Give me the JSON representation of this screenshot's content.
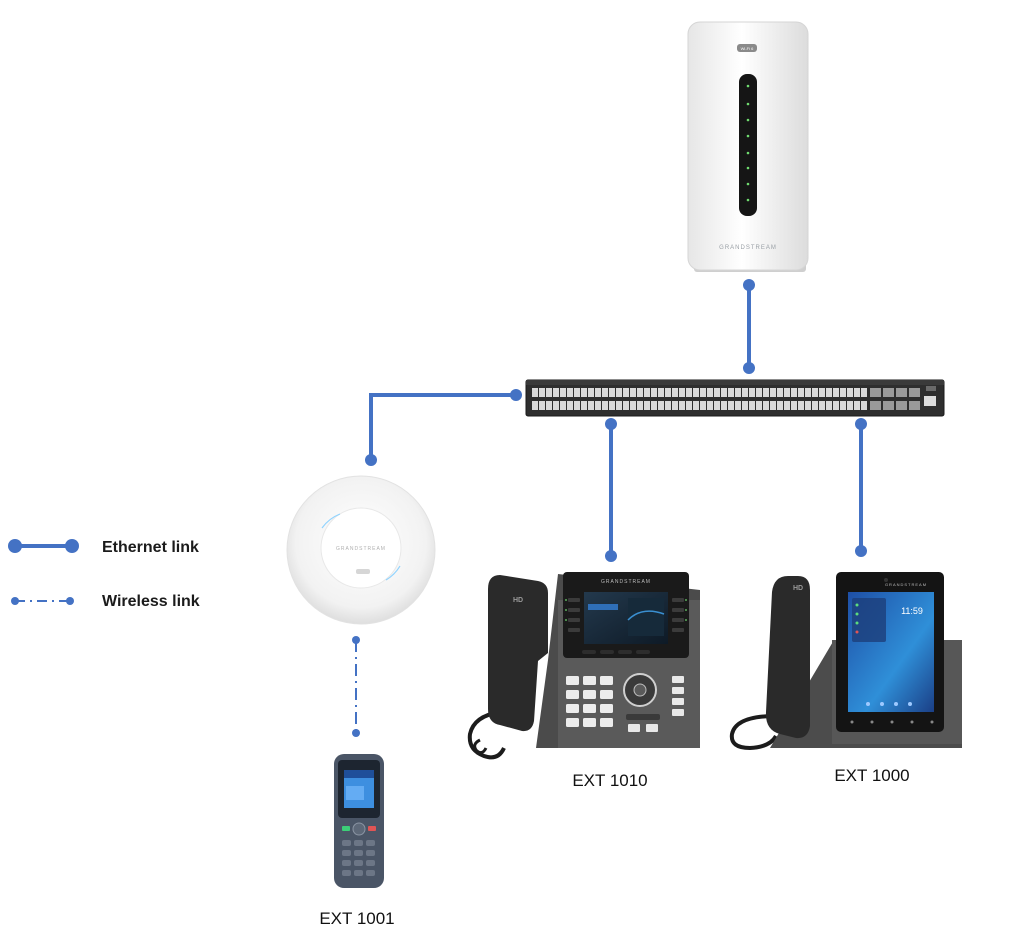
{
  "diagram": {
    "nodes": {
      "router": {
        "brand": "GRANDSTREAM",
        "badge": "Wi-Fi 6"
      },
      "switch": {},
      "access_point": {
        "brand": "GRANDSTREAM"
      },
      "desk_phone_1010": {
        "label": "EXT 1010",
        "brand": "GRANDSTREAM"
      },
      "video_phone_1000": {
        "label": "EXT 1000",
        "brand": "GRANDSTREAM",
        "clock": "11:59"
      },
      "handset_1001": {
        "label": "EXT 1001"
      }
    },
    "legend": {
      "ethernet": "Ethernet link",
      "wireless": "Wireless link"
    },
    "colors": {
      "link": "#4472c4",
      "device_dark": "#2b2b2b",
      "device_white": "#f4f4f4"
    }
  }
}
